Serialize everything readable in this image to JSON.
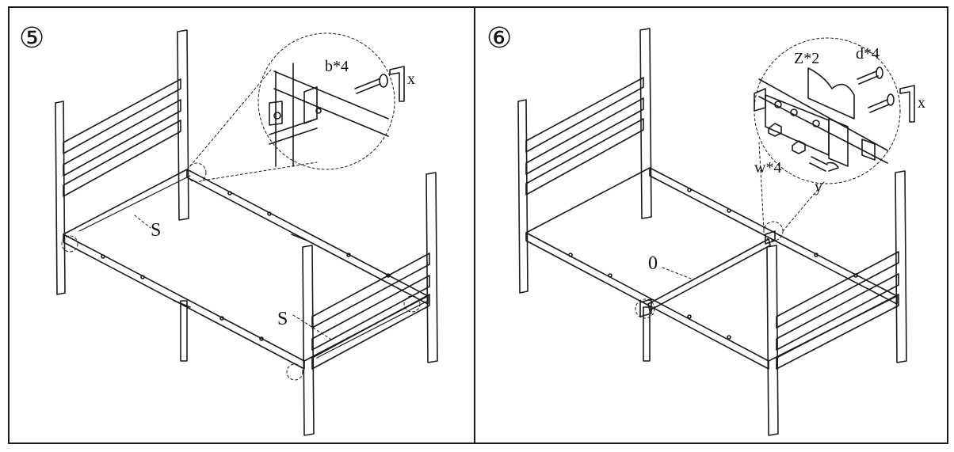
{
  "steps": [
    {
      "number": "⑤",
      "labels": {
        "bolts": "b*4",
        "tool": "x",
        "slat_upper": "S",
        "slat_lower": "S"
      }
    },
    {
      "number": "⑥",
      "labels": {
        "brackets": "Z*2",
        "bolts": "d*4",
        "tool": "x",
        "washers": "w*4",
        "wrench": "y",
        "center_rail": "0"
      }
    }
  ],
  "colors": {
    "line": "#1a1a1a",
    "background": "#ffffff"
  }
}
